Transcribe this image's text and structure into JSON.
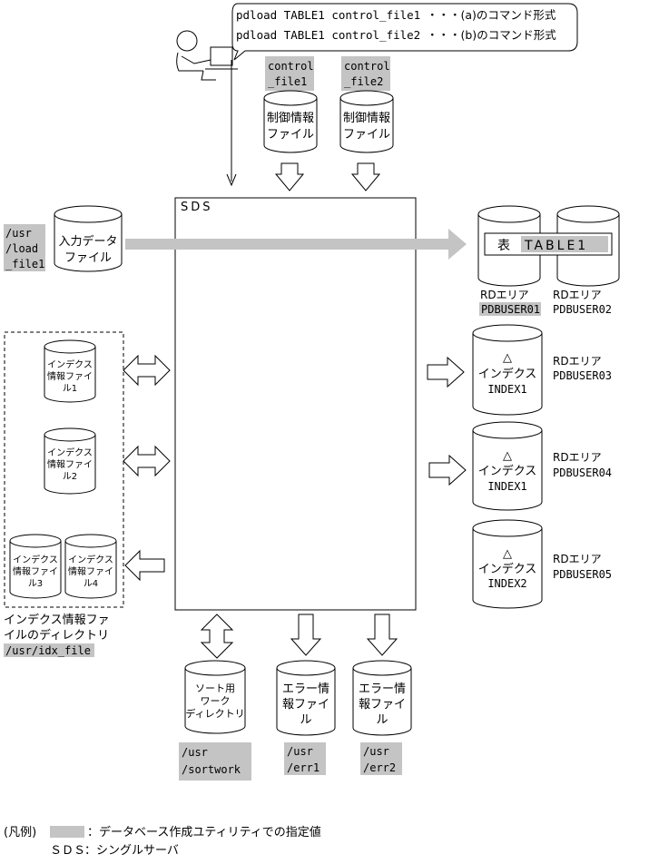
{
  "commands": {
    "a": "pdload TABLE1 control_file1",
    "a_note": "・・・(a)のコマンド形式",
    "b": "pdload TABLE1 control_file2",
    "b_note": "・・・(b)のコマンド形式"
  },
  "control_files": [
    {
      "path_line1": "control",
      "path_line2": "_file1",
      "label_line1": "制御情報",
      "label_line2": "ファイル"
    },
    {
      "path_line1": "control",
      "path_line2": "_file2",
      "label_line1": "制御情報",
      "label_line2": "ファイル"
    }
  ],
  "sds_label": "SDS",
  "input_file": {
    "path_line1": "/usr",
    "path_line2": "/load",
    "path_line3": "_file1",
    "label_line1": "入力データ",
    "label_line2": "ファイル"
  },
  "table_box": {
    "prefix": "表",
    "name": "TABLE1"
  },
  "rd_areas": [
    {
      "label": "RDエリア",
      "name": "PDBUSER01",
      "highlight": true
    },
    {
      "label": "RDエリア",
      "name": "PDBUSER02",
      "highlight": false
    },
    {
      "label": "RDエリア",
      "name": "PDBUSER03",
      "highlight": false
    },
    {
      "label": "RDエリア",
      "name": "PDBUSER04",
      "highlight": false
    },
    {
      "label": "RDエリア",
      "name": "PDBUSER05",
      "highlight": false
    }
  ],
  "indexes": [
    {
      "mark": "△",
      "label": "インデクス",
      "name": "INDEX1"
    },
    {
      "mark": "△",
      "label": "インデクス",
      "name": "INDEX1"
    },
    {
      "mark": "△",
      "label": "インデクス",
      "name": "INDEX2"
    }
  ],
  "index_info_files": [
    {
      "line1": "インデクス",
      "line2": "情報ファイ",
      "line3": "ル1"
    },
    {
      "line1": "インデクス",
      "line2": "情報ファイ",
      "line3": "ル2"
    },
    {
      "line1": "インデクス",
      "line2": "情報ファイ",
      "line3": "ル3"
    },
    {
      "line1": "インデクス",
      "line2": "情報ファイ",
      "line3": "ル4"
    }
  ],
  "index_dir": {
    "line1": "インデクス情報ファ",
    "line2": "イルのディレクトリ",
    "path": "/usr/idx_file"
  },
  "sort_work": {
    "line1": "ソート用",
    "line2": "ワーク",
    "line3": "ディレクトリ",
    "path1": "/usr",
    "path2": "/sortwork"
  },
  "error_files": [
    {
      "line1": "エラー情",
      "line2": "報ファイ",
      "line3": "ル",
      "path1": "/usr",
      "path2": "/err1"
    },
    {
      "line1": "エラー情",
      "line2": "報ファイ",
      "line3": "ル",
      "path1": "/usr",
      "path2": "/err2"
    }
  ],
  "legend": {
    "prefix": "(凡例)",
    "gray_desc": "：データベース作成ユティリティでの指定値",
    "sds_abbr": "ＳＤＳ",
    "sds_desc": "：シングルサーバ"
  },
  "colors": {
    "highlight": "#c4c4c4",
    "arrow": "#c4c4c4",
    "line": "#000000"
  }
}
